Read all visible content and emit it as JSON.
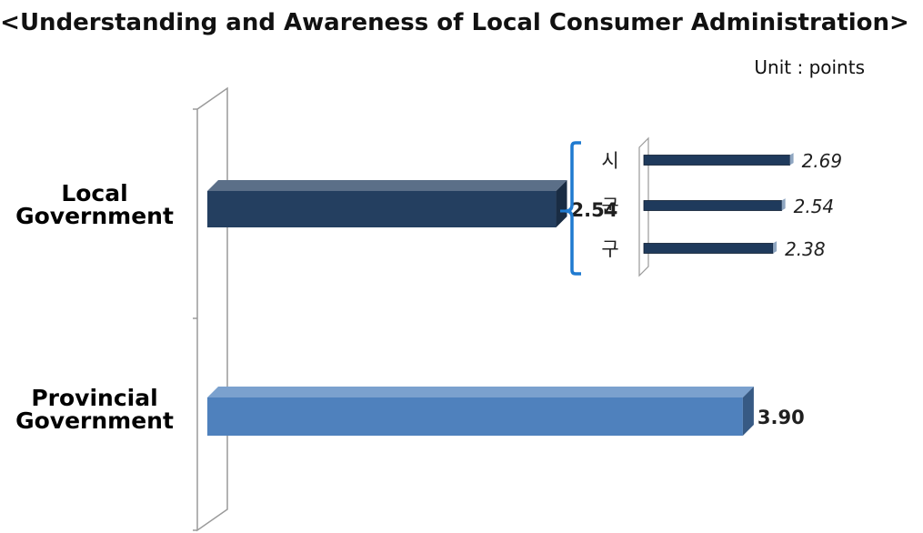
{
  "chart_data": {
    "type": "bar",
    "orientation": "horizontal",
    "title": "<Understanding and Awareness of Local Consumer Administration>",
    "unit_label": "Unit : points",
    "grid": false,
    "categories": [
      {
        "label_lines": [
          "Local",
          "Government"
        ],
        "value": 2.54,
        "value_label": "2.54",
        "color": "#243f60"
      },
      {
        "label_lines": [
          "Provincial",
          "Government"
        ],
        "value": 3.9,
        "value_label": "3.90",
        "color": "#4f81bd"
      }
    ],
    "breakdown": {
      "parent": "Local Government",
      "items": [
        {
          "label": "시",
          "value": 2.69,
          "value_label": "2.69"
        },
        {
          "label": "군",
          "value": 2.54,
          "value_label": "2.54"
        },
        {
          "label": "구",
          "value": 2.38,
          "value_label": "2.38"
        }
      ]
    }
  },
  "colors": {
    "local_bar": "#243f60",
    "provincial_bar": "#4f81bd",
    "sub_bar": "#1f3a5c",
    "brace": "#1f7ad0",
    "axis": "#9a9a9a"
  }
}
